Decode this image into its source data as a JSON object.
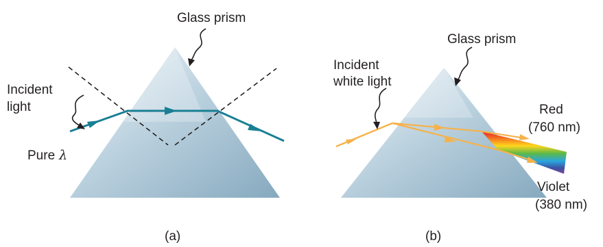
{
  "panel_a": {
    "label": "(a)",
    "prism_label": "Glass prism",
    "incident_label_line1": "Incident",
    "incident_label_line2": "light",
    "pure_label": "Pure",
    "lambda_symbol": "λ",
    "ray_color": "#1a7f94"
  },
  "panel_b": {
    "label": "(b)",
    "prism_label": "Glass prism",
    "incident_label_line1": "Incident",
    "incident_label_line2": "white light",
    "red_label": "Red",
    "red_wavelength": "(760 nm)",
    "violet_label": "Violet",
    "violet_wavelength": "(380 nm)",
    "ray_color": "#f6b24a"
  },
  "colors": {
    "prism_light": "#e9f1f6",
    "prism_dark": "#8fb2c6",
    "dashed_normal": "#231f20",
    "spectrum": [
      "#e7202a",
      "#f47c20",
      "#ffd51c",
      "#5cb947",
      "#2aa6df",
      "#3a55a5",
      "#7a3f98"
    ]
  }
}
